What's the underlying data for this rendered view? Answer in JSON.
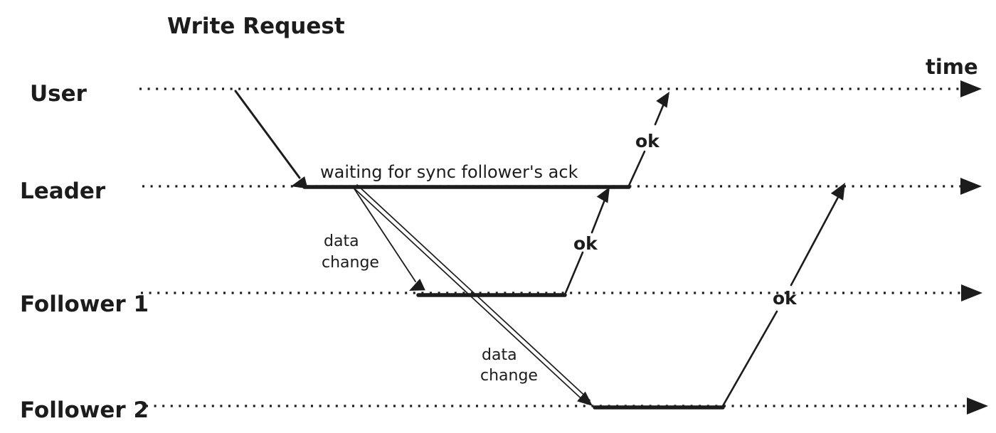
{
  "colors": {
    "ink": "#1c1c1c",
    "background": "#ffffff"
  },
  "diagram": {
    "title": "Write Request",
    "time_label": "time",
    "lanes": [
      {
        "label": "User"
      },
      {
        "label": "Leader"
      },
      {
        "label": "Follower 1"
      },
      {
        "label": "Follower 2"
      }
    ],
    "labels": {
      "waiting": "waiting for sync follower's ack",
      "data_change_line1": "data",
      "data_change_line2": "change",
      "ok": "ok"
    }
  }
}
